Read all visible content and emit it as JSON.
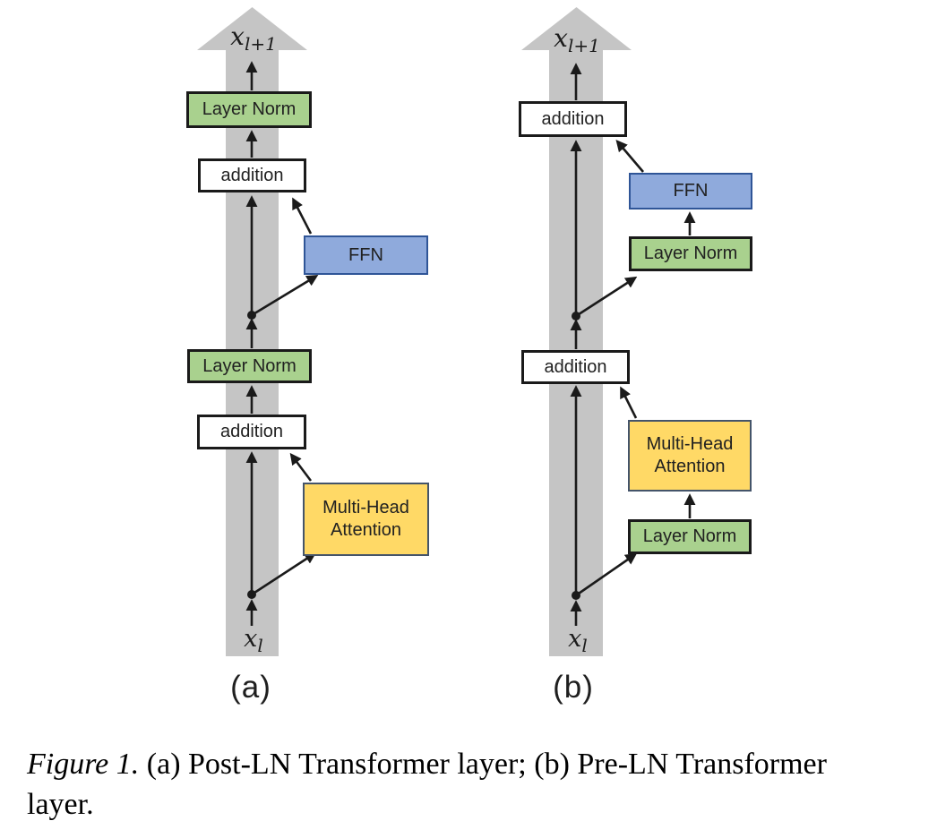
{
  "colors": {
    "band_gray": "#C5C5C5",
    "green_fill": "#A9D18E",
    "blue_fill": "#8FAADC",
    "blue_border": "#2F5597",
    "yellow_fill": "#FFD966",
    "yellow_border": "#44546A",
    "box_border": "#1A1A1A",
    "arrow_color": "#1A1A1A"
  },
  "labels": {
    "layer_norm": "Layer Norm",
    "addition": "addition",
    "ffn": "FFN",
    "mha": "Multi-Head Attention"
  },
  "math": {
    "var_base": "x",
    "output_sub": "l+1",
    "input_sub": "l"
  },
  "panels": {
    "a": "(a)",
    "b": "(b)"
  },
  "caption": {
    "tag": "Figure 1.",
    "line1": " (a) Post-LN Transformer layer; (b) Pre-LN Transformer",
    "line2": "layer."
  }
}
